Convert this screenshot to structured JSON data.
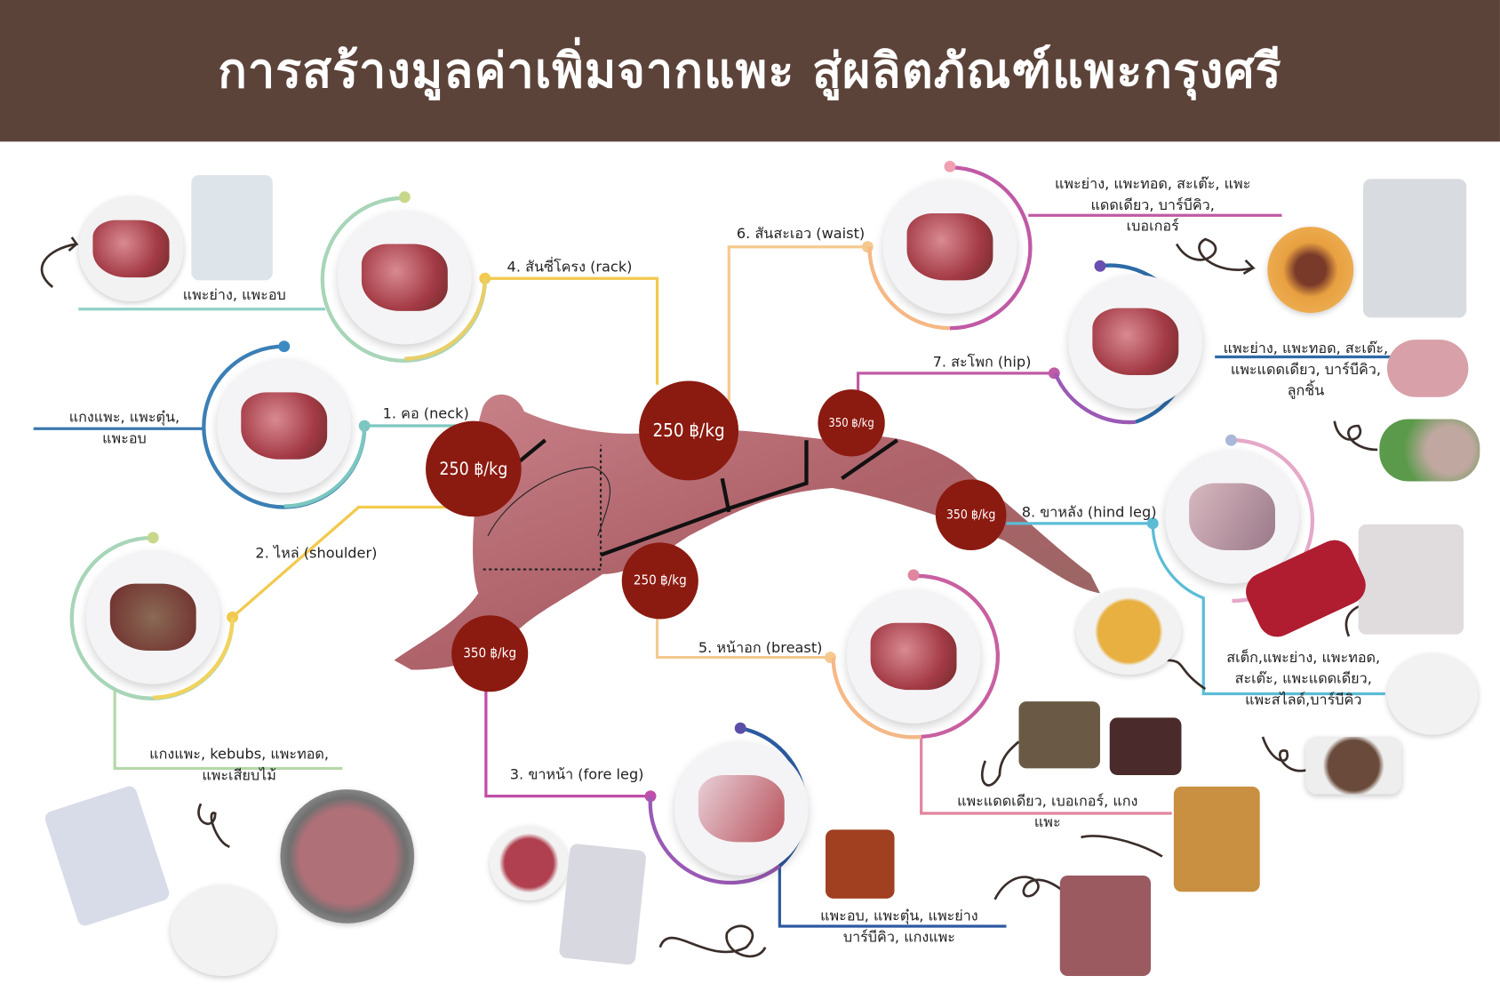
{
  "header": {
    "title": "การสร้างมูลค่าเพิ่มจากแพะ สู่ผลิตภัณฑ์แพะกรุงศรี"
  },
  "colors": {
    "header_bg": "#5c4339",
    "price_badge": "#8b1a10"
  },
  "prices": [
    {
      "cut": "neck",
      "label": "250 ฿/kg"
    },
    {
      "cut": "rack",
      "label": "250 ฿/kg"
    },
    {
      "cut": "hip",
      "label": "350 ฿/kg"
    },
    {
      "cut": "hind-leg",
      "label": "350 ฿/kg"
    },
    {
      "cut": "breast",
      "label": "250 ฿/kg"
    },
    {
      "cut": "fore-leg",
      "label": "350 ฿/kg"
    }
  ],
  "cuts": [
    {
      "id": "neck",
      "label": "1. คอ (neck)",
      "dishes": [
        "แกงแพะ, แพะตุ๋น,",
        "แพะอบ"
      ]
    },
    {
      "id": "shoulder",
      "label": "2. ไหล่ (shoulder)",
      "dishes": [
        "แกงแพะ, kebubs, แพะทอด,",
        "แพะเสียบไม้"
      ]
    },
    {
      "id": "fore-leg",
      "label": "3. ขาหน้า (fore leg)",
      "dishes": [
        "แพะอบ, แพะตุ๋น, แพะย่าง",
        "บาร์บีคิว, แกงแพะ"
      ]
    },
    {
      "id": "rack",
      "label": "4. สันซี่โครง (rack)",
      "dishes": [
        "แพะย่าง, แพะอบ"
      ]
    },
    {
      "id": "breast",
      "label": "5. หน้าอก (breast)",
      "dishes": [
        "แพะแดดเดียว, เบอเกอร์, แกง",
        "แพะ"
      ]
    },
    {
      "id": "waist",
      "label": "6. สันสะเอว (waist)",
      "dishes": [
        "แพะย่าง, แพะทอด, สะเต๊ะ, แพะ",
        "แดดเดียว, บาร์บีคิว,",
        "เบอเกอร์"
      ]
    },
    {
      "id": "hip",
      "label": "7. สะโพก (hip)",
      "dishes": [
        "แพะย่าง, แพะทอด, สะเต๊ะ,",
        "แพะแดดเดียว, บาร์บีคิว,",
        "ลูกชิ้น"
      ]
    },
    {
      "id": "hind-leg",
      "label": "8. ขาหลัง (hind leg)",
      "dishes": [
        "สเต็ก,แพะย่าง, แพะทอด,",
        "สะเต๊ะ, แพะแดดเดียว,",
        "แพะสไลด์,บาร์บีคิว"
      ]
    }
  ]
}
